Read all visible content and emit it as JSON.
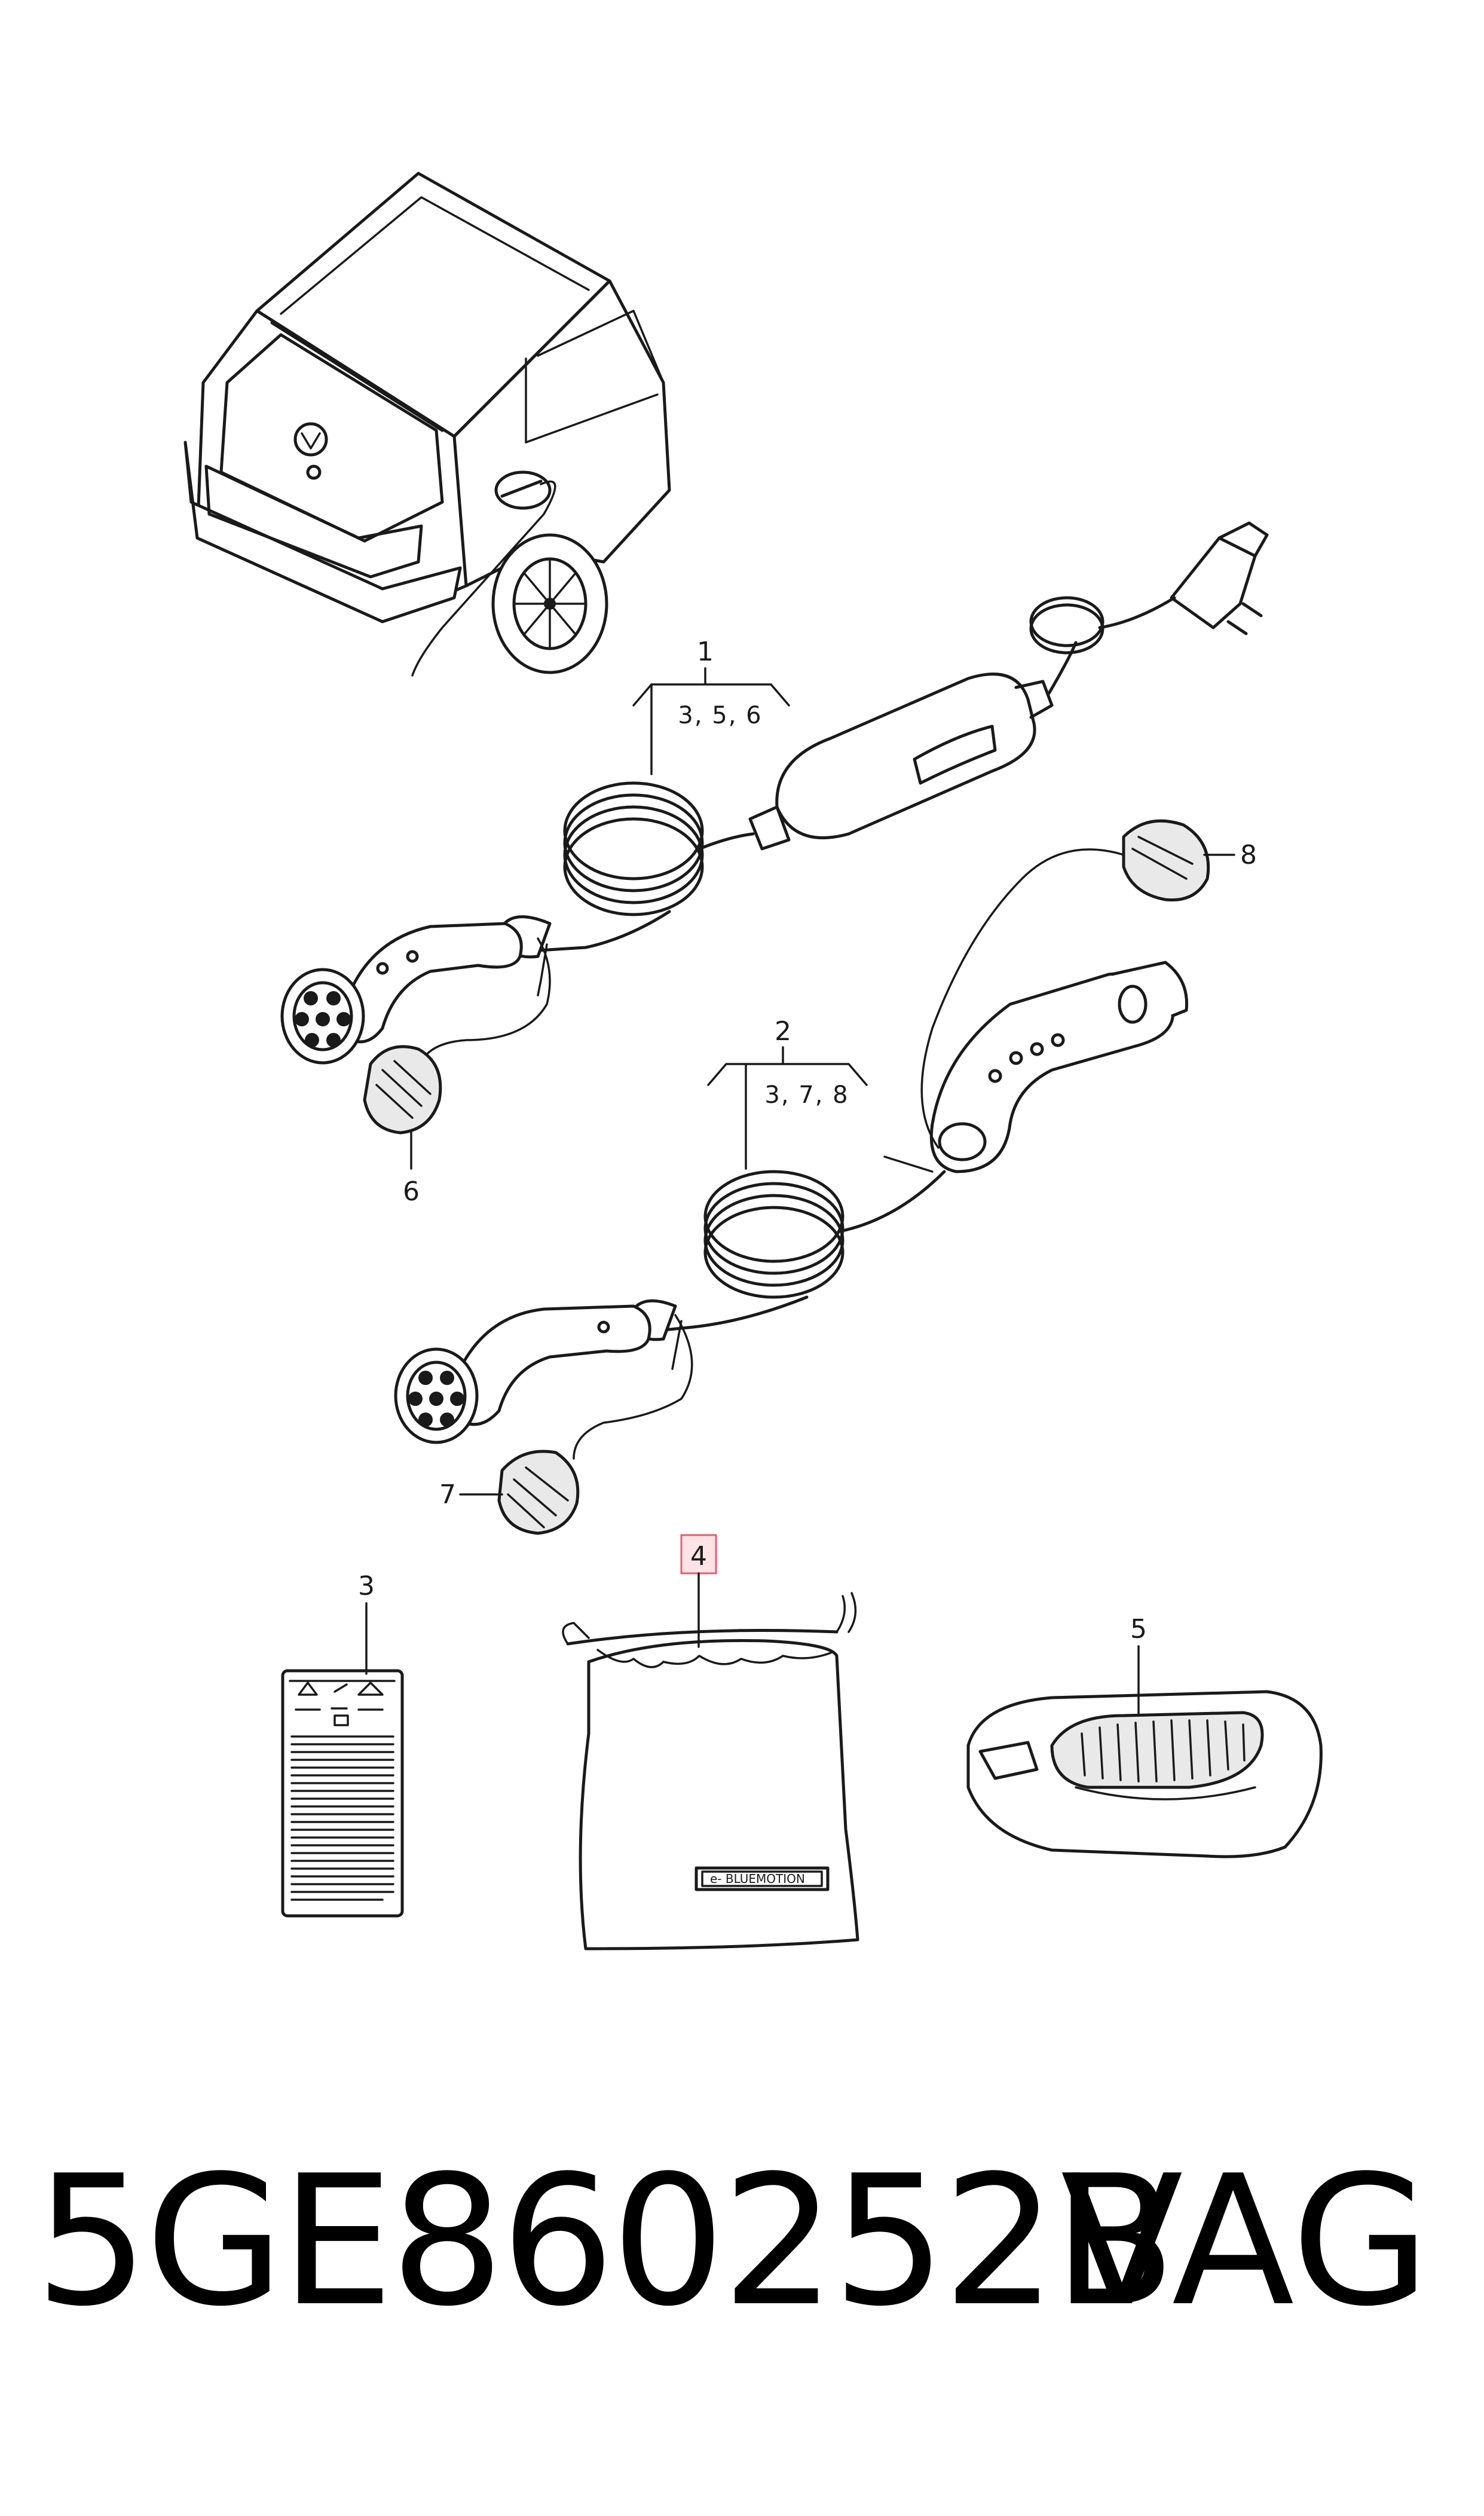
{
  "callouts": {
    "c1": "1",
    "c1_sub": "3, 5, 6",
    "c2": "2",
    "c2_sub": "3, 7, 8",
    "c3": "3",
    "c4": "4",
    "c5": "5",
    "c6": "6",
    "c7": "7",
    "c8": "8"
  },
  "bag_label": "e- BLUEMOTION",
  "footer": {
    "part_number": "5GE860252B",
    "brand": "VAG"
  },
  "colors": {
    "line": "#1a1a1a",
    "highlight_fill": "#ffe3e6",
    "highlight_border": "#e0606d"
  }
}
